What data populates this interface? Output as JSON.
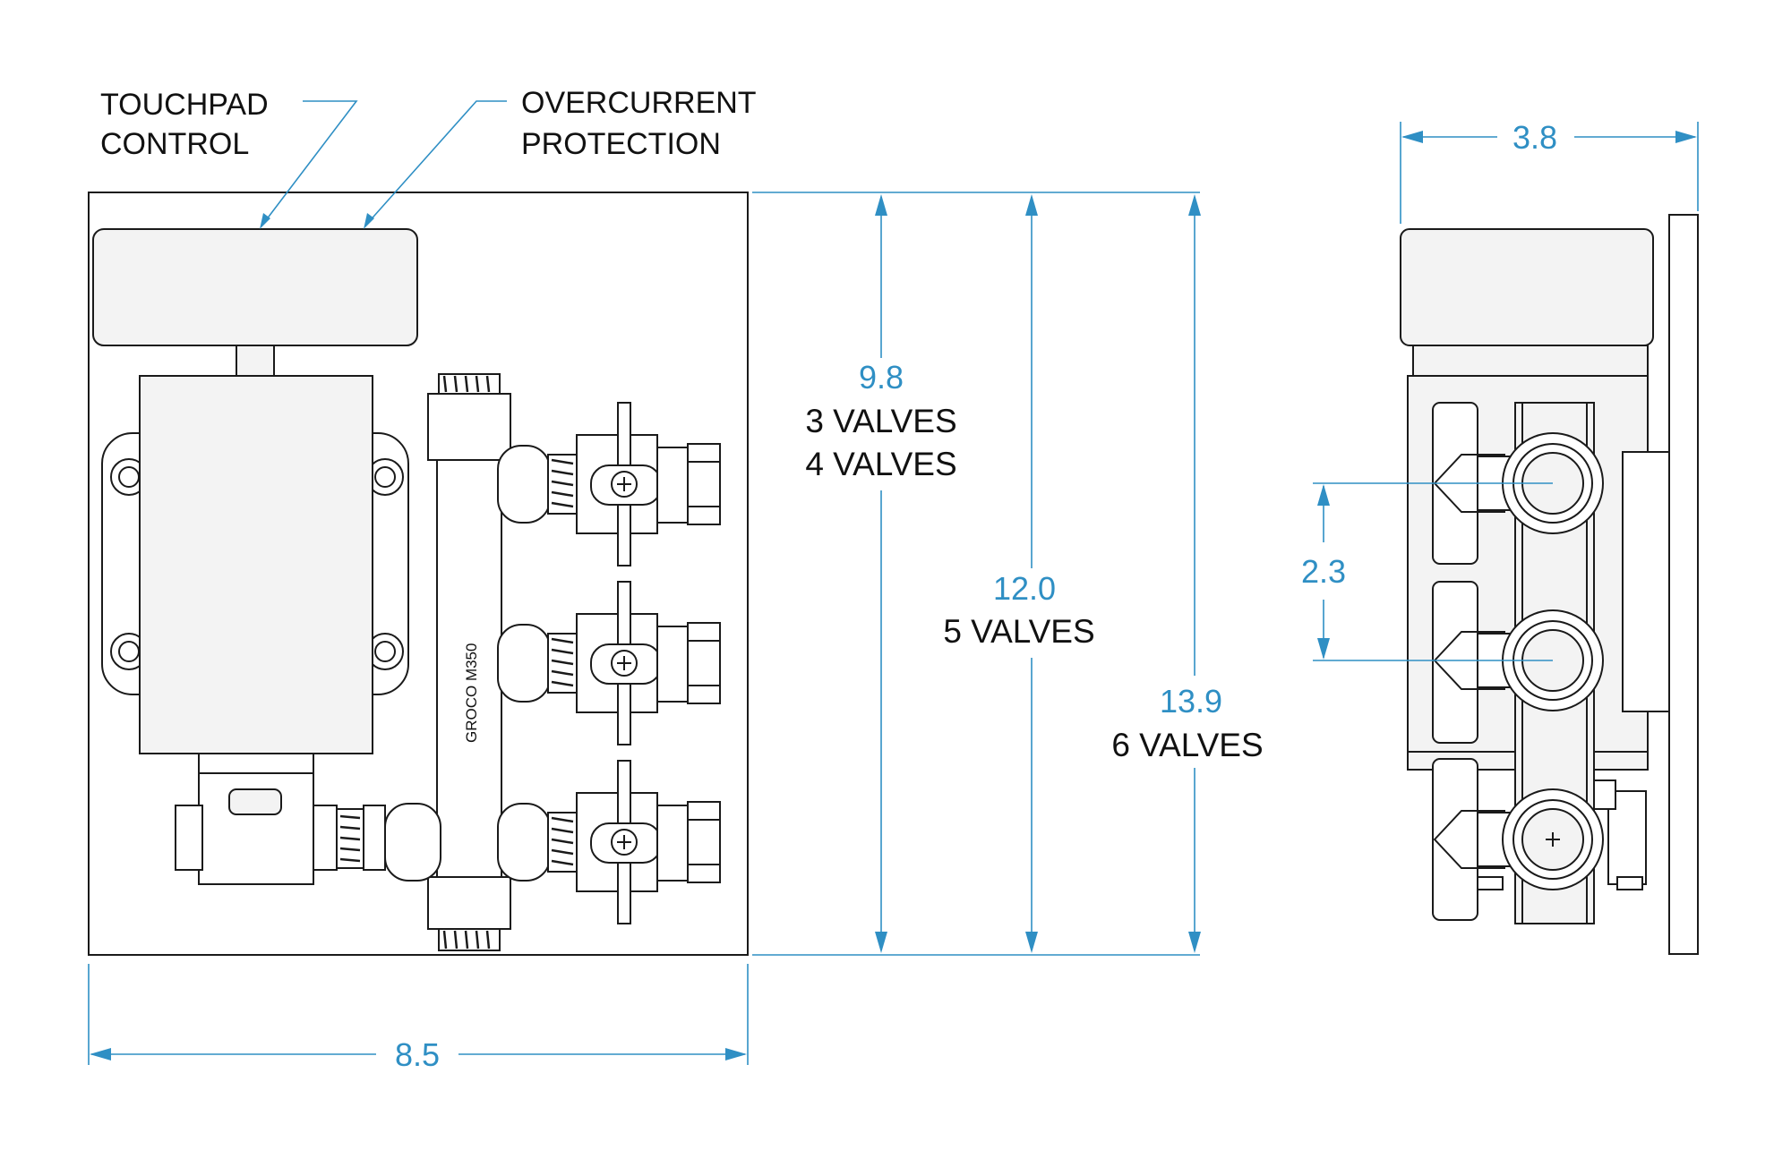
{
  "callouts": {
    "touchpad_line1": "TOUCHPAD",
    "touchpad_line2": "CONTROL",
    "overcurrent_line1": "OVERCURRENT",
    "overcurrent_line2": "PROTECTION"
  },
  "unit_marking": "GROCO M350",
  "dimensions": {
    "front_width": "8.5",
    "height_3_4_value": "9.8",
    "height_3_4_line1": "3 VALVES",
    "height_3_4_line2": "4 VALVES",
    "height_5_value": "12.0",
    "height_5_line1": "5 VALVES",
    "height_6_value": "13.9",
    "height_6_line1": "6 VALVES",
    "side_depth": "3.8",
    "valve_spacing": "2.3"
  },
  "colors": {
    "dimension": "#2f8fc4",
    "outline": "#1a1a1a"
  }
}
